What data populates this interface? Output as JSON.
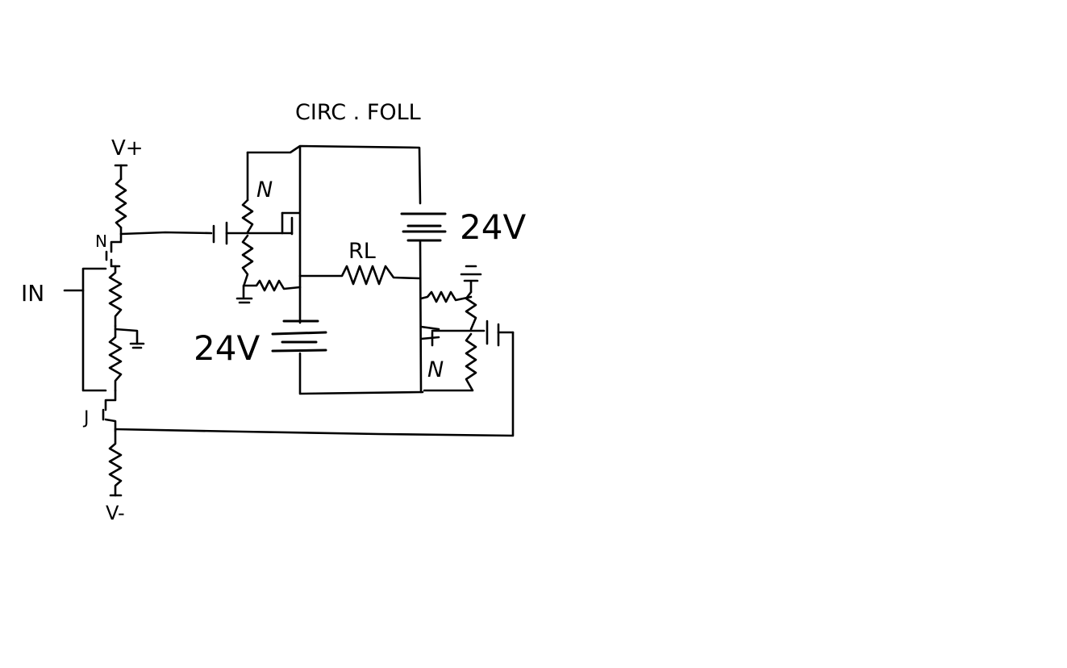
{
  "labels": {
    "title": "CIRC . FOLL",
    "v_plus": "V+",
    "v_minus": "V-",
    "input": "IN",
    "top_transistor_type": "N",
    "left_transistor_type": "N",
    "bottom_transistor_type": "N",
    "jfet_type": "J",
    "load_resistor": "RL",
    "left_battery": "24V",
    "right_battery": "24V"
  },
  "colors": {
    "ink": "#000000",
    "background": "#ffffff"
  }
}
